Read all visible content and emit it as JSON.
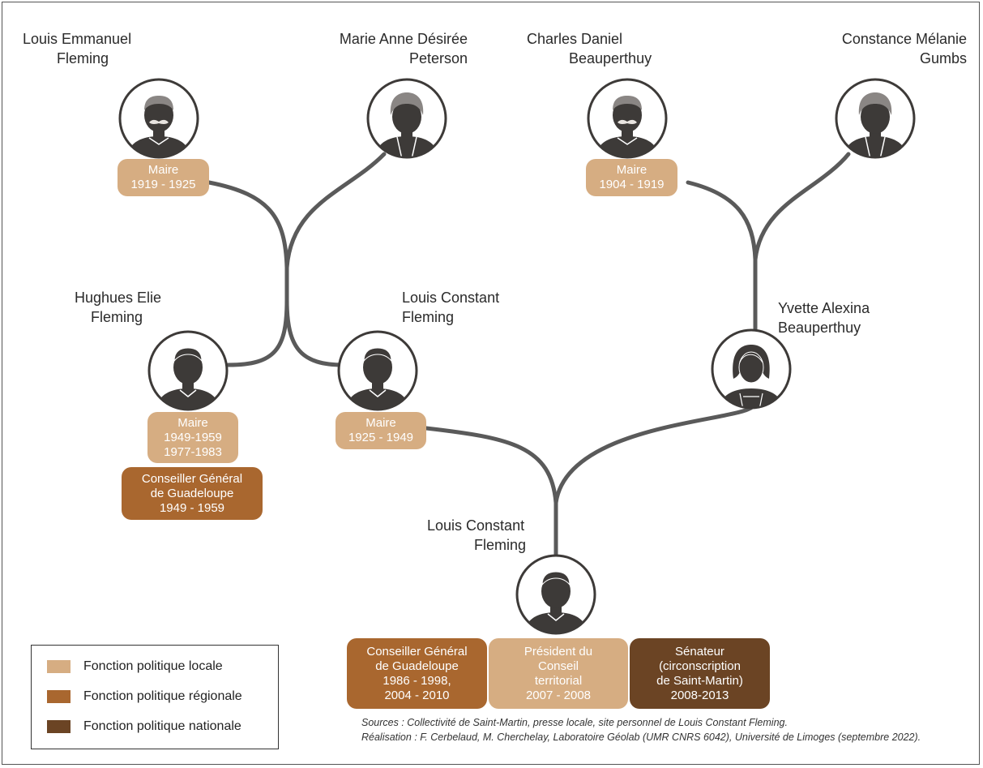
{
  "persons": {
    "louis_emmanuel": {
      "name_line1": "Louis Emmanuel",
      "name_line2": "Fleming",
      "role": "Maire",
      "years": "1919 - 1925"
    },
    "marie_anne": {
      "name_line1": "Marie Anne Désirée",
      "name_line2": "Peterson"
    },
    "charles_daniel": {
      "name_line1": "Charles Daniel",
      "name_line2": "Beauperthuy",
      "role": "Maire",
      "years": "1904 - 1919"
    },
    "constance": {
      "name_line1": "Constance Mélanie",
      "name_line2": "Gumbs"
    },
    "hughues": {
      "name_line1": "Hughues Elie",
      "name_line2": "Fleming",
      "role": "Maire",
      "years1": "1949-1959",
      "years2": "1977-1983",
      "regional_line1": "Conseiller Général",
      "regional_line2": "de Guadeloupe",
      "regional_line3": "1949 - 1959"
    },
    "louis_constant_father": {
      "name_line1": "Louis Constant",
      "name_line2": "Fleming",
      "role": "Maire",
      "years": "1925 - 1949"
    },
    "yvette": {
      "name_line1": "Yvette Alexina",
      "name_line2": "Beauperthuy"
    },
    "louis_constant": {
      "name_line1": "Louis Constant",
      "name_line2": "Fleming",
      "regional": [
        "Conseiller Général",
        "de Guadeloupe",
        "1986 - 1998,",
        "2004 - 2010"
      ],
      "local": [
        "Président du",
        "Conseil",
        "territorial",
        "2007 - 2008"
      ],
      "national": [
        "Sénateur",
        "(circonscription",
        "de Saint-Martin)",
        "2008-2013"
      ]
    }
  },
  "legend": {
    "local": "Fonction politique locale",
    "regional": "Fonction politique régionale",
    "national": "Fonction politique nationale"
  },
  "colors": {
    "local": "#d6ad82",
    "regional": "#a9672f",
    "national": "#6b4424",
    "line": "#5a5a5a",
    "silhouette": "#3d3a38"
  },
  "sources": {
    "line1": "Sources : Collectivité de Saint-Martin,  presse locale, site personnel de Louis Constant Fleming.",
    "line2": "Réalisation : F. Cerbelaud, M. Cherchelay, Laboratoire Géolab (UMR CNRS 6042), Université de Limoges (septembre 2022)."
  }
}
